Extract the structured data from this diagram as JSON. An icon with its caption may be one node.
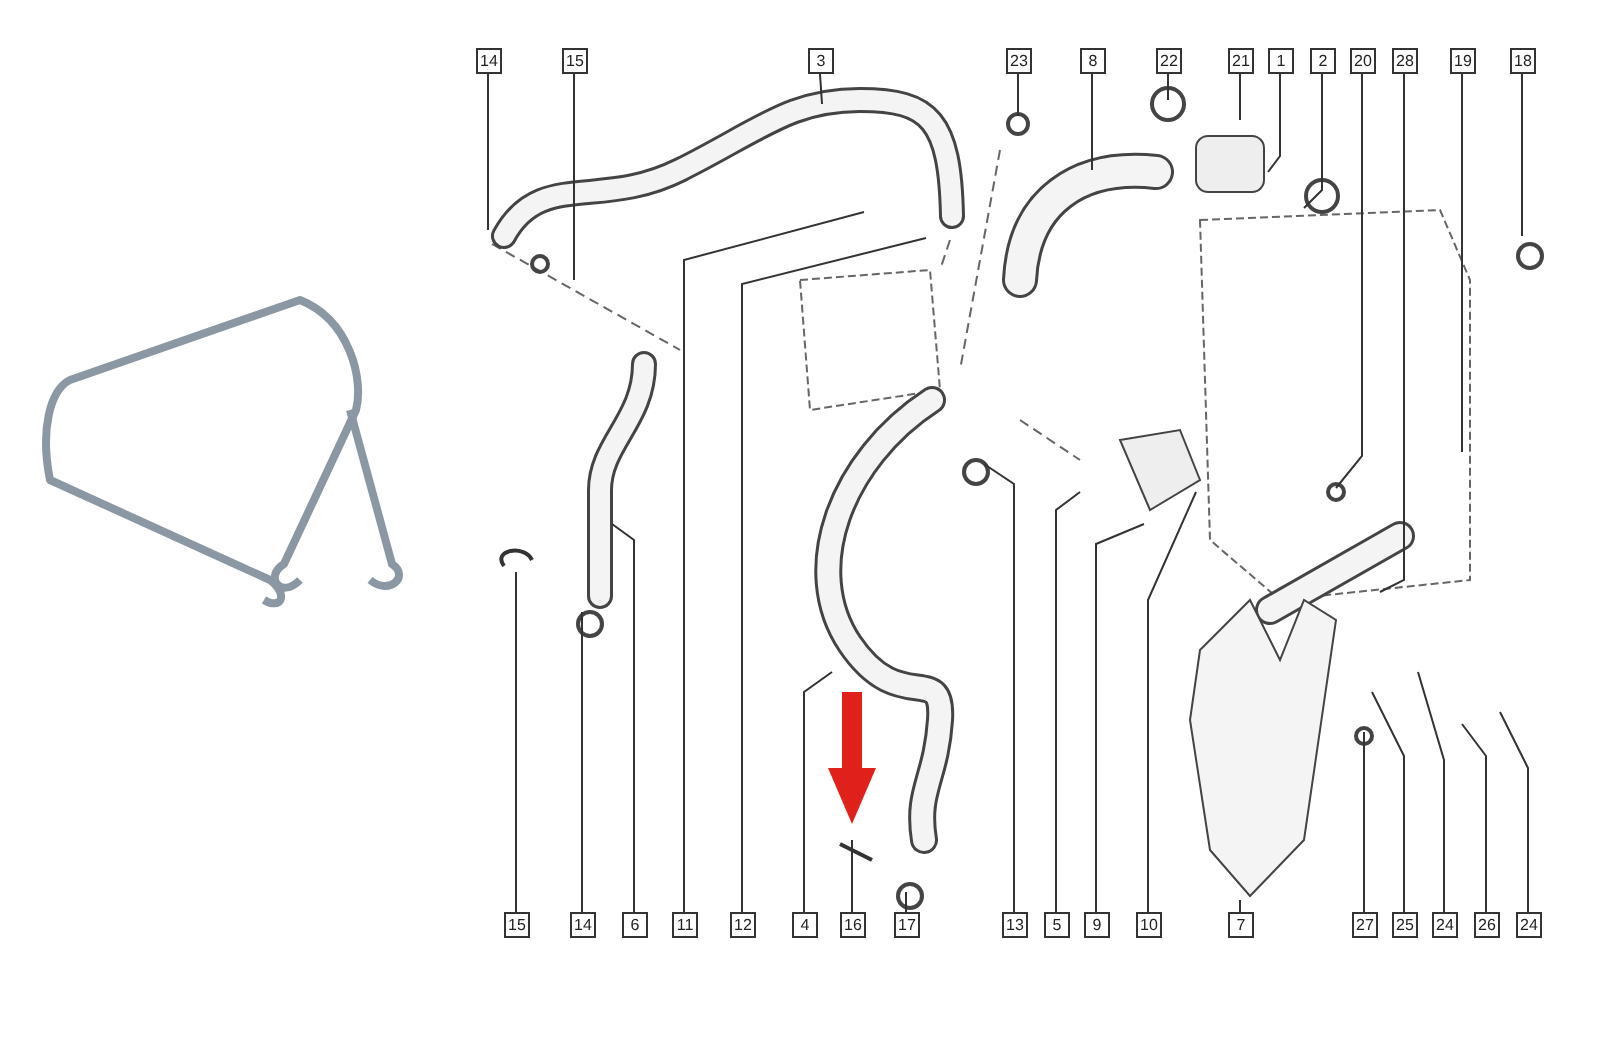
{
  "diagram": {
    "nodes": [
      {
        "text": [
          "14"
        ]
      },
      {
        "text": [
          "15"
        ]
      },
      {
        "text": [
          "3"
        ]
      },
      {
        "text": [
          "23"
        ]
      },
      {
        "text": [
          "8"
        ]
      },
      {
        "text": [
          "22"
        ]
      },
      {
        "text": [
          "21"
        ]
      },
      {
        "text": [
          "1"
        ]
      },
      {
        "text": [
          "2"
        ]
      },
      {
        "text": [
          "20"
        ]
      },
      {
        "text": [
          "28"
        ]
      },
      {
        "text": [
          "19"
        ]
      },
      {
        "text": [
          "18"
        ]
      },
      {
        "text": [
          "15"
        ]
      },
      {
        "text": [
          "14"
        ]
      },
      {
        "text": [
          "6"
        ]
      },
      {
        "text": [
          "11"
        ]
      },
      {
        "text": [
          "12"
        ]
      },
      {
        "text": [
          "4"
        ]
      },
      {
        "text": [
          "16"
        ]
      },
      {
        "text": [
          "17"
        ]
      },
      {
        "text": [
          "13"
        ]
      },
      {
        "text": [
          "5"
        ]
      },
      {
        "text": [
          "9"
        ]
      },
      {
        "text": [
          "10"
        ]
      },
      {
        "text": [
          "7"
        ]
      },
      {
        "text": [
          "27"
        ]
      },
      {
        "text": [
          "25"
        ]
      },
      {
        "text": [
          "24"
        ]
      },
      {
        "text": [
          "26"
        ]
      },
      {
        "text": [
          "24"
        ]
      }
    ],
    "edges": [
      {
        "from": 0,
        "to": null,
        "arrow": "none"
      },
      {
        "from": 1,
        "to": null,
        "arrow": "none"
      },
      {
        "from": 2,
        "to": null,
        "arrow": "none"
      },
      {
        "from": 3,
        "to": null,
        "arrow": "none"
      },
      {
        "from": 4,
        "to": null,
        "arrow": "none"
      },
      {
        "from": 5,
        "to": null,
        "arrow": "none"
      },
      {
        "from": 6,
        "to": null,
        "arrow": "none"
      },
      {
        "from": 7,
        "to": null,
        "arrow": "none"
      },
      {
        "from": 8,
        "to": null,
        "arrow": "none"
      },
      {
        "from": 9,
        "to": null,
        "arrow": "none"
      },
      {
        "from": 10,
        "to": null,
        "arrow": "none"
      },
      {
        "from": 11,
        "to": null,
        "arrow": "none"
      },
      {
        "from": 12,
        "to": null,
        "arrow": "none"
      },
      {
        "from": 13,
        "to": null,
        "arrow": "none"
      },
      {
        "from": 14,
        "to": null,
        "arrow": "none"
      },
      {
        "from": 15,
        "to": null,
        "arrow": "none"
      },
      {
        "from": 16,
        "to": null,
        "arrow": "none"
      },
      {
        "from": 17,
        "to": null,
        "arrow": "none"
      },
      {
        "from": 18,
        "to": null,
        "arrow": "none"
      },
      {
        "from": 19,
        "to": null,
        "arrow": "none"
      },
      {
        "from": 20,
        "to": null,
        "arrow": "none"
      },
      {
        "from": 21,
        "to": null,
        "arrow": "none"
      },
      {
        "from": 22,
        "to": null,
        "arrow": "none"
      },
      {
        "from": 23,
        "to": null,
        "arrow": "none"
      },
      {
        "from": 24,
        "to": null,
        "arrow": "none"
      },
      {
        "from": 25,
        "to": null,
        "arrow": "none"
      },
      {
        "from": 26,
        "to": null,
        "arrow": "none"
      },
      {
        "from": 27,
        "to": null,
        "arrow": "none"
      },
      {
        "from": 28,
        "to": null,
        "arrow": "none"
      },
      {
        "from": 29,
        "to": null,
        "arrow": "none"
      },
      {
        "from": 30,
        "to": null,
        "arrow": "none"
      }
    ]
  }
}
